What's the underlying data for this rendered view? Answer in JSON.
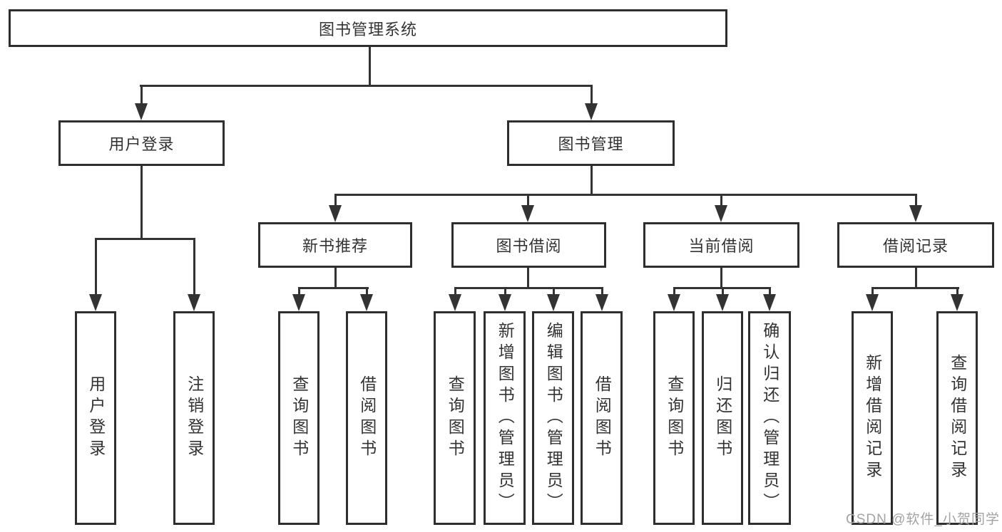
{
  "tree": {
    "root": {
      "label": "图书管理系统"
    },
    "branches": [
      {
        "label": "用户登录",
        "children": [
          {
            "label": "用户登录"
          },
          {
            "label": "注销登录"
          }
        ]
      },
      {
        "label": "图书管理",
        "children": [
          {
            "label": "新书推荐",
            "children": [
              {
                "label": "查询图书"
              },
              {
                "label": "借阅图书"
              }
            ]
          },
          {
            "label": "图书借阅",
            "children": [
              {
                "label": "查询图书"
              },
              {
                "label": "新增图书（管理员）"
              },
              {
                "label": "编辑图书（管理员）"
              },
              {
                "label": "借阅图书"
              }
            ]
          },
          {
            "label": "当前借阅",
            "children": [
              {
                "label": "查询图书"
              },
              {
                "label": "归还图书"
              },
              {
                "label": "确认归还（管理员）"
              }
            ]
          },
          {
            "label": "借阅记录",
            "children": [
              {
                "label": "新增借阅记录"
              },
              {
                "label": "查询借阅记录"
              }
            ]
          }
        ]
      }
    ]
  },
  "watermark": {
    "text": "CSDN @软件_小贺同学"
  },
  "colors": {
    "line": "#333333",
    "box_border": "#2e2e2e",
    "text": "#333333",
    "watermark": "#a3a3a3",
    "background": "#ffffff"
  }
}
